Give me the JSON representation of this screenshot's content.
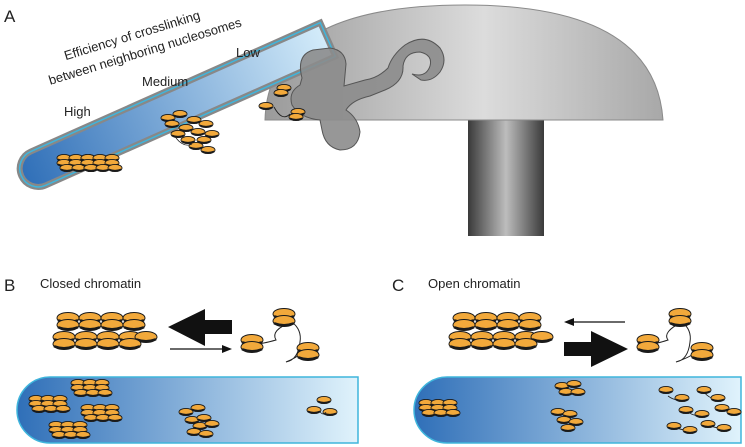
{
  "panels": {
    "a": {
      "letter": "A",
      "tube_label_line1": "Efficiency of crosslinking",
      "tube_label_line2": "between neighboring nucleosomes",
      "high": "High",
      "medium": "Medium",
      "low": "Low"
    },
    "b": {
      "letter": "B",
      "title": "Closed chromatin"
    },
    "c": {
      "letter": "C",
      "title": "Open chromatin"
    }
  },
  "colors": {
    "nucleosome_fill": "#f2a93b",
    "nucleosome_band": "#1a1a1a",
    "tube_dark": "#2f6fb8",
    "tube_light": "#d4ecfa",
    "tube_border": "#3fb5dc",
    "centrifuge_gray": "#b3b3b3",
    "arrow": "#111111"
  }
}
